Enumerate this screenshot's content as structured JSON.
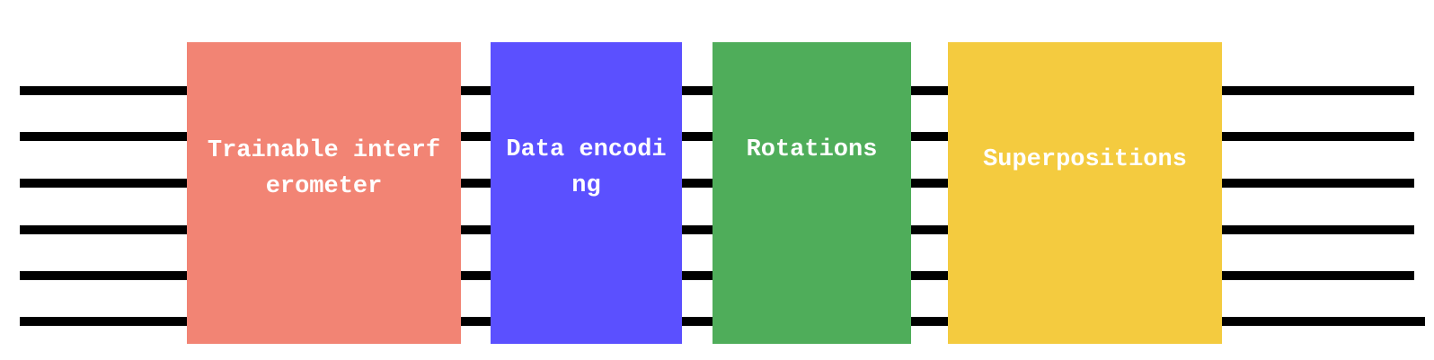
{
  "diagram": {
    "wire_count": 6,
    "blocks": [
      {
        "id": "trainable-interferometer",
        "label": "Trainable interferometer",
        "color": "#f28474"
      },
      {
        "id": "data-encoding",
        "label": "Data encoding",
        "color": "#5b50ff"
      },
      {
        "id": "rotations",
        "label": "Rotations",
        "color": "#4fad5a"
      },
      {
        "id": "superpositions",
        "label": "Superpositions",
        "color": "#f4cb3f"
      }
    ]
  }
}
